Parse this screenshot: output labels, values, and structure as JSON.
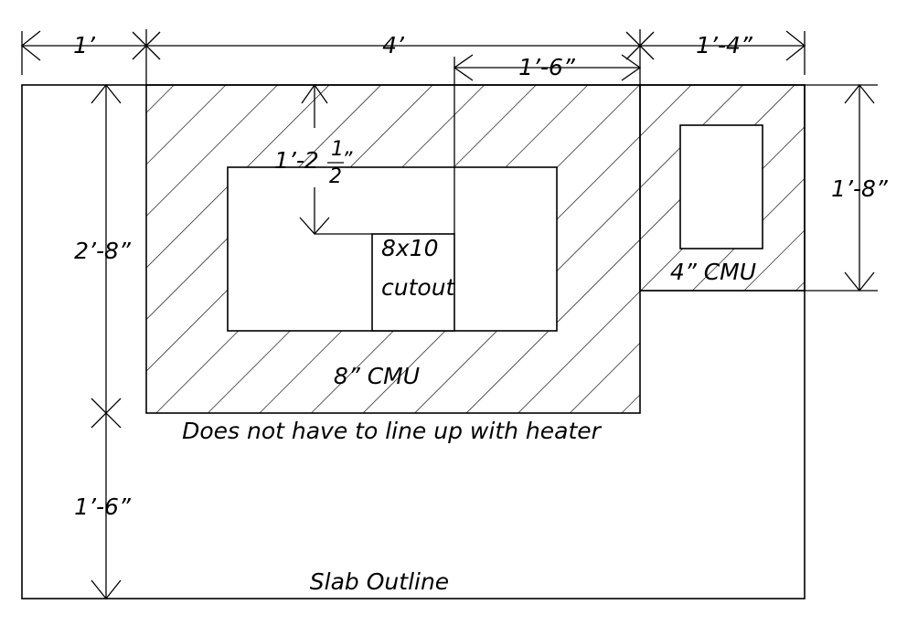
{
  "dimensions": {
    "top_left": "1’",
    "top_mid": "4’",
    "top_right": "1’-4”",
    "inner_top": "1’-6”",
    "right_side": "1’-8”",
    "left_upper": "2’-8”",
    "left_lower": "1’-6”",
    "cutout_offset_whole": "1’-2",
    "cutout_offset_num": "1",
    "cutout_offset_den": "2",
    "cutout_offset_inch": "”"
  },
  "labels": {
    "cutout_line1": "8x10",
    "cutout_line2": "cutout",
    "cmu_small": "4” CMU",
    "cmu_large": "8” CMU",
    "note": "Does not have to line up with heater",
    "slab": "Slab Outline"
  }
}
